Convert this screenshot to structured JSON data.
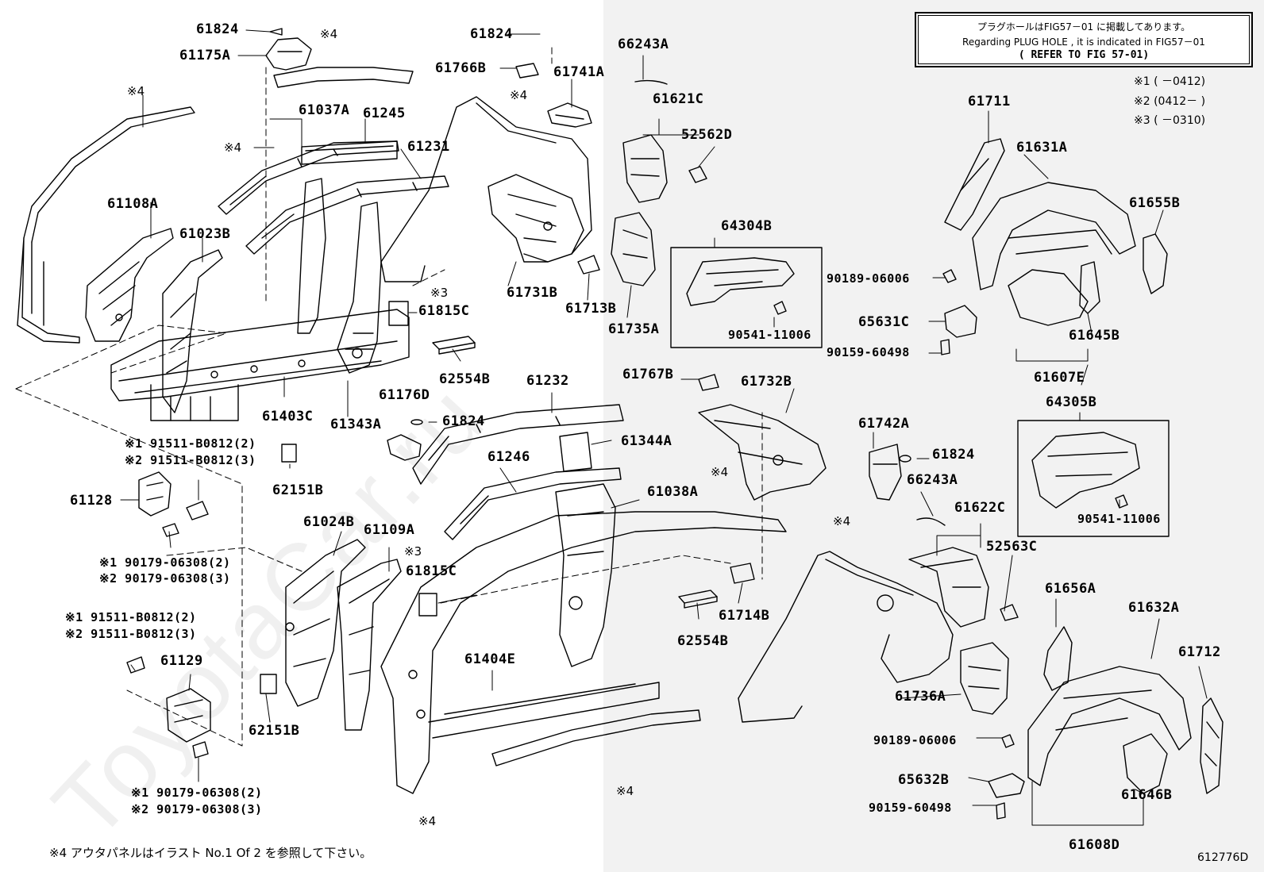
{
  "reference_box": {
    "line1": "プラグホールはFIG57－01 に掲載してあります。",
    "line2": "Regarding  PLUG HOLE , it is indicated in FIG57－01",
    "line3": "( REFER TO FIG 57-01)"
  },
  "legend_codes": [
    {
      "mark": "※1",
      "range": "(         －0412)"
    },
    {
      "mark": "※2",
      "range": "(0412－         )"
    },
    {
      "mark": "※3",
      "range": "(         －0310)"
    }
  ],
  "footer_note": "※4 アウタパネルはイラスト No.1 Of 2 を参照して下さい。",
  "diagram_code": "612776D",
  "watermark": "ToyotaCar.ru",
  "mark4": "※4",
  "mark3": "※3",
  "part_numbers": {
    "p61824a": "61824",
    "p61175A": "61175A",
    "p61824b": "61824",
    "p61766B": "61766B",
    "p61741A": "61741A",
    "p66243A": "66243A",
    "p61621C": "61621C",
    "p52562D": "52562D",
    "p61037A": "61037A",
    "p61245": "61245",
    "p61231": "61231",
    "p61108A": "61108A",
    "p61023B": "61023B",
    "p61731B": "61731B",
    "p61713B": "61713B",
    "p61735A": "61735A",
    "p64304B": "64304B",
    "p90541a": "90541-11006",
    "p61711": "61711",
    "p61631A": "61631A",
    "p61655B": "61655B",
    "p90189a": "90189-06006",
    "p65631C": "65631C",
    "p90159a": "90159-60498",
    "p61645B": "61645B",
    "p61607E": "61607E",
    "p61815Ca": "61815C",
    "p62554Ba": "62554B",
    "p61403C": "61403C",
    "p61343A": "61343A",
    "p61176D": "61176D",
    "p61824c": "61824",
    "p61232": "61232",
    "p61767B": "61767B",
    "p61732B": "61732B",
    "p61742A": "61742A",
    "p61824d": "61824",
    "p64305B": "64305B",
    "p90541b": "90541-11006",
    "p91511_1a": "※1 91511-B0812(2)",
    "p91511_2a": "※2 91511-B0812(3)",
    "p62151Ba": "62151B",
    "p61246": "61246",
    "p61344A": "61344A",
    "p61038A": "61038A",
    "p61128": "61128",
    "p66243Ab": "66243A",
    "p61622C": "61622C",
    "p52563C": "52563C",
    "p90179_1a": "※1 90179-06308(2)",
    "p90179_2a": "※2 90179-06308(3)",
    "p61024B": "61024B",
    "p61109A": "61109A",
    "p61815Cb": "61815C",
    "p61714B": "61714B",
    "p62554Bb": "62554B",
    "p61656A": "61656A",
    "p61632A": "61632A",
    "p91511_1b": "※1 91511-B0812(2)",
    "p91511_2b": "※2 91511-B0812(3)",
    "p61129": "61129",
    "p61404E": "61404E",
    "p61712": "61712",
    "p61736A": "61736A",
    "p62151Bb": "62151B",
    "p90189b": "90189-06006",
    "p65632B": "65632B",
    "p90159b": "90159-60498",
    "p61646B": "61646B",
    "p90179_1b": "※1 90179-06308(2)",
    "p90179_2b": "※2 90179-06308(3)",
    "p61608D": "61608D"
  }
}
